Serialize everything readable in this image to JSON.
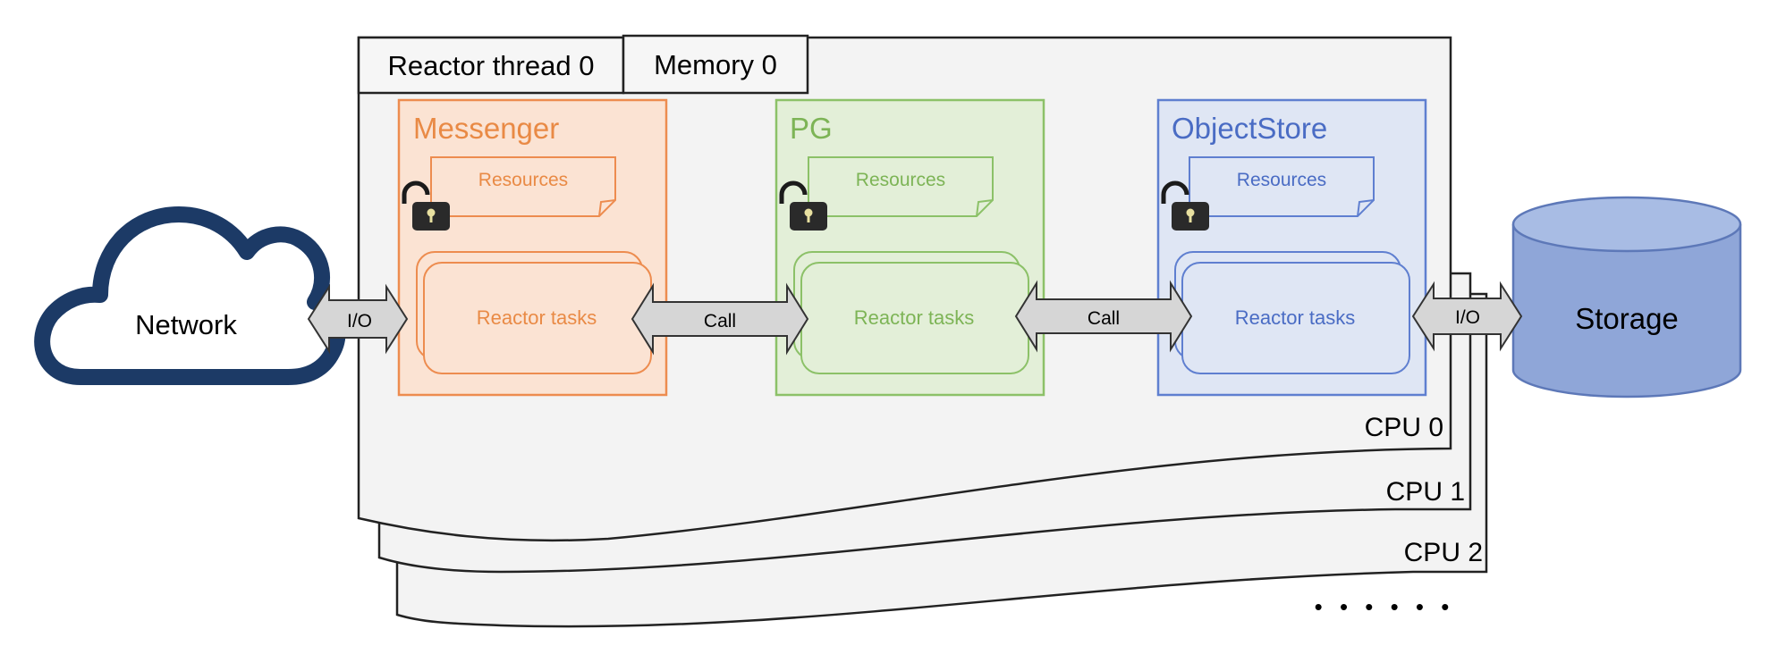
{
  "diagram": {
    "tabs": {
      "reactor_thread": "Reactor thread 0",
      "memory": "Memory 0"
    },
    "cpus": [
      "CPU 0",
      "CPU 1",
      "CPU 2"
    ],
    "ellipsis": "• • • • • •",
    "network": {
      "label": "Network"
    },
    "storage": {
      "label": "Storage"
    },
    "modules": [
      {
        "title": "Messenger",
        "resources": "Resources",
        "tasks": "Reactor tasks"
      },
      {
        "title": "PG",
        "resources": "Resources",
        "tasks": "Reactor tasks"
      },
      {
        "title": "ObjectStore",
        "resources": "Resources",
        "tasks": "Reactor tasks"
      }
    ],
    "arrows": {
      "io_left": "I/O",
      "call_1": "Call",
      "call_2": "Call",
      "io_right": "I/O"
    },
    "colors": {
      "messenger_fill": "#fbe3d3",
      "messenger_stroke": "#ed8c4f",
      "messenger_text": "#e98a45",
      "pg_fill": "#e3efd8",
      "pg_stroke": "#8cc168",
      "pg_text": "#7db456",
      "objectstore_fill": "#dfe6f4",
      "objectstore_stroke": "#5f7fd0",
      "objectstore_text": "#4a6cc4",
      "network_stroke": "#1c3a66",
      "storage_fill": "#8fa6d8",
      "storage_top": "#a8bce4",
      "storage_stroke": "#5d78b8",
      "panel_fill": "#f3f3f3",
      "arrow_fill": "#d6d6d6"
    }
  }
}
